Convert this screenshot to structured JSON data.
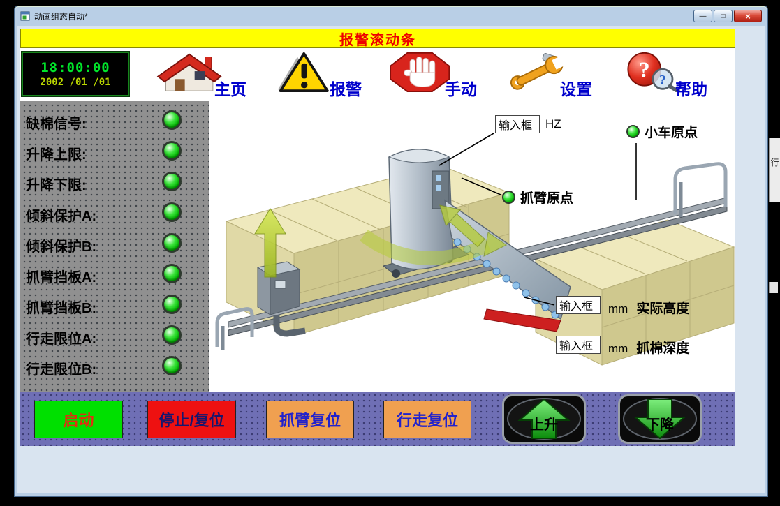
{
  "window": {
    "title": "动画组态自动*",
    "controls": {
      "minimize": "—",
      "maximize": "□",
      "close": "×"
    }
  },
  "banner": {
    "text": "报警滚动条"
  },
  "toolbar": {
    "clock": {
      "time": "18:00:00",
      "date": "2002 /01 /01"
    },
    "nav": [
      {
        "label": "主页",
        "icon": "home-icon"
      },
      {
        "label": "报警",
        "icon": "alarm-icon"
      },
      {
        "label": "手动",
        "icon": "hand-stop-icon"
      },
      {
        "label": "设置",
        "icon": "wrench-icon"
      },
      {
        "label": "帮助",
        "icon": "help-icon"
      }
    ]
  },
  "status_panel": {
    "items": [
      {
        "label": "缺棉信号:",
        "state": "on"
      },
      {
        "label": "升降上限:",
        "state": "on"
      },
      {
        "label": "升降下限:",
        "state": "on"
      },
      {
        "label": "倾斜保护A:",
        "state": "on"
      },
      {
        "label": "倾斜保护B:",
        "state": "on"
      },
      {
        "label": "抓臂挡板A:",
        "state": "on"
      },
      {
        "label": "抓臂挡板B:",
        "state": "on"
      },
      {
        "label": "行走限位A:",
        "state": "on"
      },
      {
        "label": "行走限位B:",
        "state": "on"
      }
    ]
  },
  "diagram": {
    "freq_input": {
      "value": "输入框",
      "unit": "HZ"
    },
    "cart_origin": {
      "label": "小车原点",
      "state": "on"
    },
    "arm_origin": {
      "label": "抓臂原点",
      "state": "on"
    },
    "height_input": {
      "value": "输入框",
      "unit": "mm",
      "label": "实际高度"
    },
    "depth_input": {
      "value": "输入框",
      "unit": "mm",
      "label": "抓棉深度"
    }
  },
  "control_bar": {
    "buttons": [
      {
        "label": "启动"
      },
      {
        "label": "停止/复位"
      },
      {
        "label": "抓臂复位"
      },
      {
        "label": "行走复位"
      },
      {
        "label": "上升"
      },
      {
        "label": "下降"
      }
    ]
  },
  "colors": {
    "banner_bg": "#ffff00",
    "banner_text": "#ee0000",
    "led_green": "#22cc22",
    "start_green": "#00e000",
    "stop_red": "#ee1111",
    "reset_orange": "#f0a050",
    "bar_purple": "#6f6fb5",
    "nav_label_blue": "#0000cc"
  },
  "edge": {
    "fragment_text": "行"
  }
}
